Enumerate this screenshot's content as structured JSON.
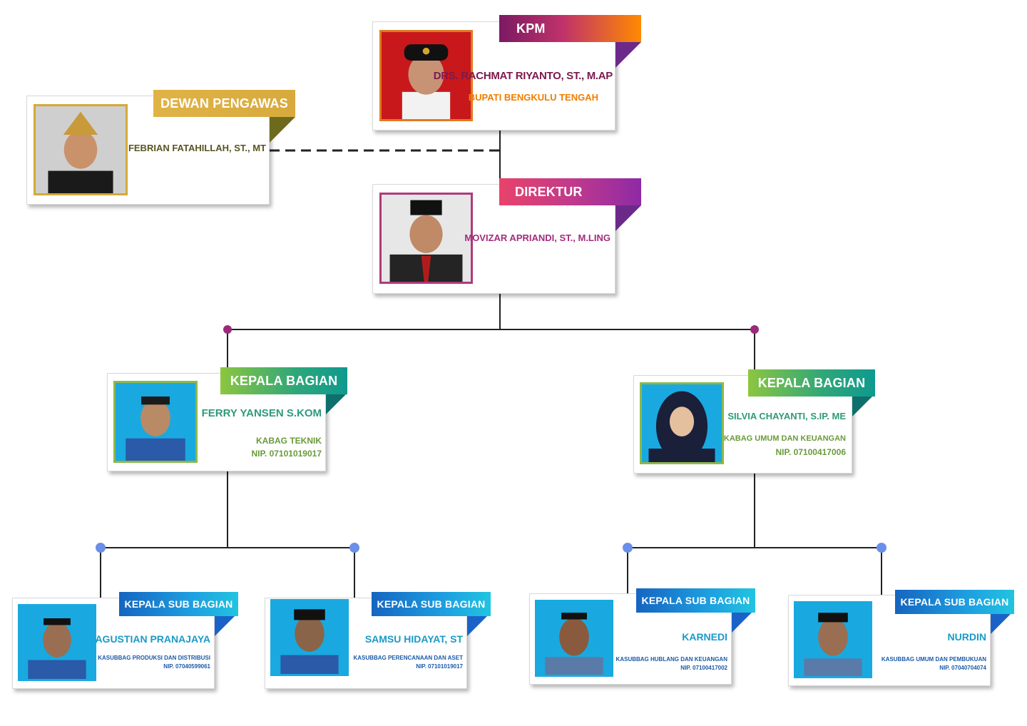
{
  "kpm": {
    "role": "KPM",
    "name": "DRS. RACHMAT RIYANTO, ST., M.AP",
    "title": "BUPATI BENGKULU TENGAH",
    "colors": {
      "banner_start": "#7a1a63",
      "banner_end": "#ff8a00",
      "name": "#7a1a4e",
      "title": "#f07d00"
    }
  },
  "dewan": {
    "role": "DEWAN PENGAWAS",
    "name": "FEBRIAN FATAHILLAH, ST., MT",
    "colors": {
      "banner": "#e0b347",
      "fold": "#6d6a1e",
      "name": "#5a5420"
    }
  },
  "direktur": {
    "role": "DIREKTUR",
    "name": "MOVIZAR APRIANDI, ST., M.LING",
    "colors": {
      "banner_start": "#e8426b",
      "banner_end": "#8e2aa6",
      "name": "#a22d7a"
    }
  },
  "kabag": [
    {
      "role": "KEPALA BAGIAN",
      "name": "FERRY YANSEN S.KOM",
      "position": "KABAG TEKNIK",
      "nip": "NIP. 07101019017"
    },
    {
      "role": "KEPALA BAGIAN",
      "name": "SILVIA CHAYANTI, S.IP. ME",
      "position": "KABAG UMUM DAN KEUANGAN",
      "nip": "NIP. 07100417006"
    }
  ],
  "kasubbag": [
    {
      "role": "KEPALA SUB BAGIAN",
      "name": "AGUSTIAN PRANAJAYA",
      "position": "KASUBBAG PRODUKSI DAN DISTRIBUSI",
      "nip": "NIP. 07040599061"
    },
    {
      "role": "KEPALA SUB BAGIAN",
      "name": "SAMSU HIDAYAT, ST",
      "position": "KASUBBAG PERENCANAAN DAN ASET",
      "nip": "NIP. 07101019017"
    },
    {
      "role": "KEPALA SUB BAGIAN",
      "name": "KARNEDI",
      "position": "KASUBBAG HUBLANG DAN KEUANGAN",
      "nip": "NIP. 07100417002"
    },
    {
      "role": "KEPALA SUB BAGIAN",
      "name": "NURDIN",
      "position": "KASUBBAG UMUM DAN PEMBUKUAN",
      "nip": "NIP. 07040704074"
    }
  ],
  "colors": {
    "kabag_banner_start": "#8cc63f",
    "kabag_banner_end": "#0e9a8f",
    "kabag_name": "#2e9a7a",
    "kabag_detail": "#6a9a3a",
    "sub_banner_start": "#1565c0",
    "sub_banner_end": "#21c4e0",
    "sub_name": "#1a9ac8",
    "sub_detail": "#1a5aa8",
    "line": "#222222",
    "dot_purple": "#9b2a7a",
    "dot_blue": "#6a8fe8",
    "photo_bg_blue": "#19a9e0"
  }
}
